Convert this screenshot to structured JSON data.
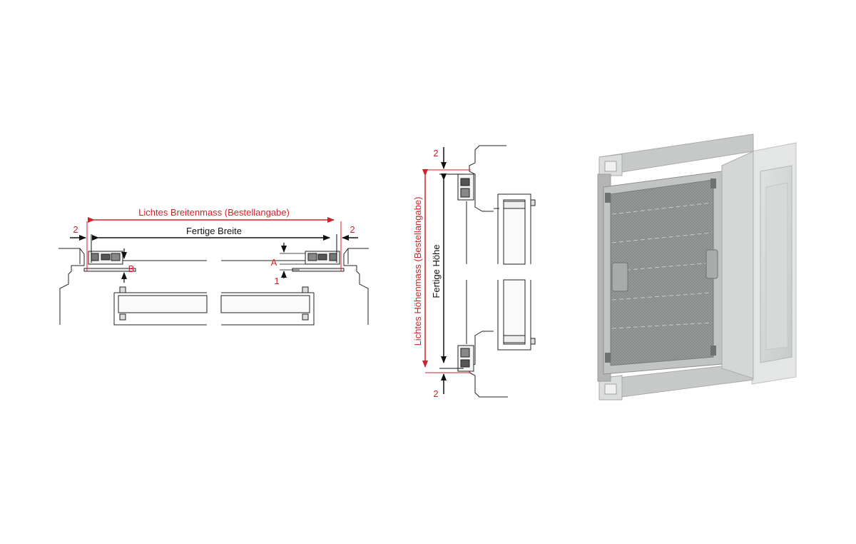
{
  "width_section": {
    "lichtes_label": "Lichtes Breitenmass (Bestellangabe)",
    "fertige_label": "Fertige Breite",
    "left_gap": "2",
    "right_gap": "2",
    "label_a": "A",
    "label_b": "B",
    "label_1": "1"
  },
  "height_section": {
    "lichtes_label": "Lichtes Höhenmass (Bestellangabe)",
    "fertige_label": "Fertige Höhe",
    "top_gap": "2",
    "bottom_gap": "2"
  },
  "colors": {
    "dimension_red": "#d62027",
    "line_black": "#111111",
    "frame_grey": "#b9bbb9",
    "mesh_grey": "#8f9191"
  }
}
